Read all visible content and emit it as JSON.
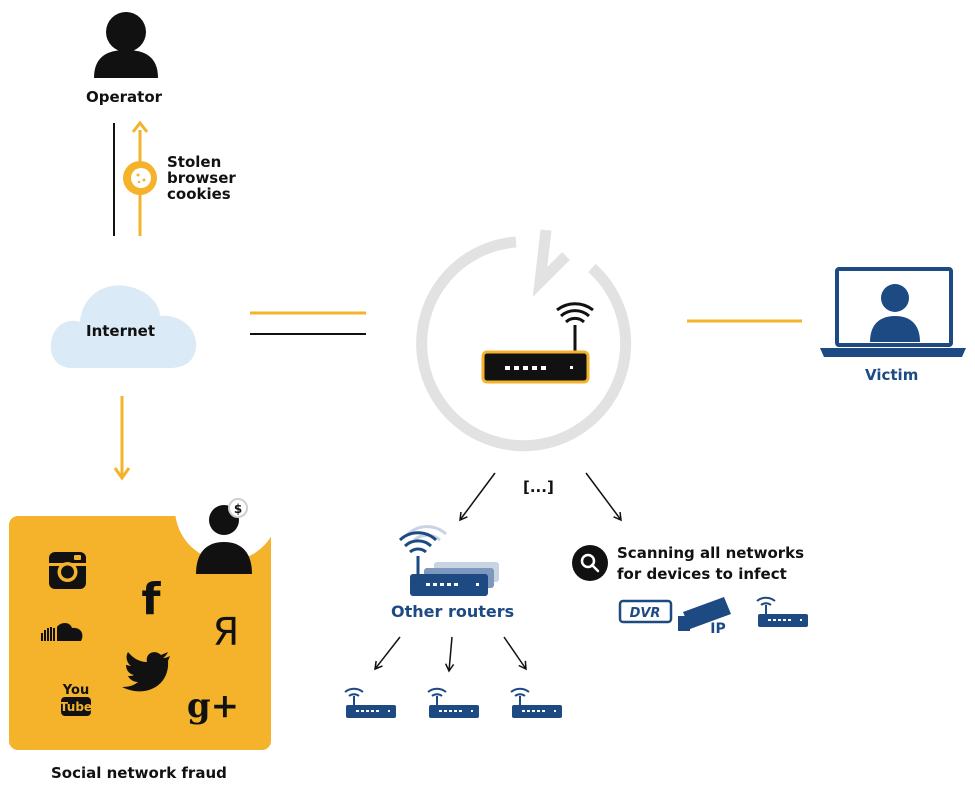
{
  "operator": {
    "label": "Operator"
  },
  "cookies": {
    "label_lines": [
      "Stolen",
      "browser",
      "cookies"
    ]
  },
  "internet": {
    "label": "Internet"
  },
  "victim": {
    "label": "Victim"
  },
  "ellipsis": "[...]",
  "other_routers": {
    "label": "Other routers"
  },
  "scanning": {
    "label_lines": [
      "Scanning all networks",
      "for devices to infect"
    ]
  },
  "devices": {
    "dvr": "DVR",
    "ip_camera": "IP"
  },
  "social": {
    "label": "Social network fraud",
    "icons": [
      "instagram-icon",
      "facebook-icon",
      "yandex-icon",
      "soundcloud-icon",
      "twitter-icon",
      "youtube-icon",
      "google-plus-icon"
    ],
    "facebook": "f",
    "yandex": "Я",
    "youtube_top": "You",
    "youtube_bottom": "Tube",
    "google_plus": "g+",
    "dollar": "$"
  },
  "colors": {
    "accent_orange": "#f4b32a",
    "dark": "#111111",
    "navy": "#1d4a82",
    "cloud": "#daeaf7",
    "ring": "#e2e2e2"
  }
}
